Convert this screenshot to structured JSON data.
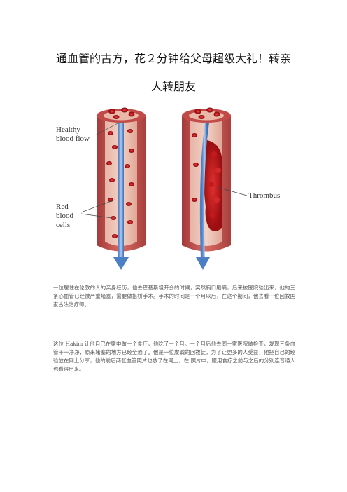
{
  "document": {
    "title_line1": "通血管的古方，花２分钟给父母超级大礼！转亲",
    "title_line2": "人转朋友",
    "figure": {
      "label_healthy": [
        "Healthy",
        "blood flow"
      ],
      "label_red": [
        "Red",
        "blood",
        "cells"
      ],
      "label_thrombus": "Thrombus"
    },
    "paragraph1": "一位居住在伦敦的人的亲身经历，他去巴基斯坦开会的时候，突然胸口剧痛，后来被医院验出来，他的三条心血管已经被严重堵塞，需要做搭桥手术。手术的时间是一个月以后，在这个期间，他去看一位回教国家古法治疗师。",
    "paragraph2": "这位 Hakim 让他自己在家中做一个食疗，他吃了一个月。一个月后他去同一家医院做检查，发现三条血管干干净净，原来堵塞的地方已经全通了。他是一位虔诚的回教徒，为了让更多的人受益，他把自己的经验放在网上分享，他的前后两张血管照片也放了在网上，在 照片中，服用食疗之前与之后的分别连普通人也看得出来。"
  }
}
